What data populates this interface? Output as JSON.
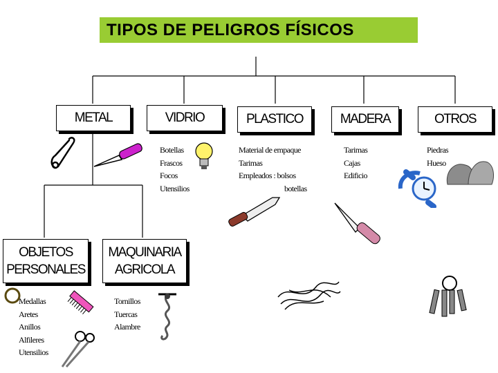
{
  "title": "TIPOS DE PELIGROS FÍSICOS",
  "categories": {
    "metal": "METAL",
    "vidrio": "VIDRIO",
    "plastico": "PLASTICO",
    "madera": "MADERA",
    "otros": "OTROS"
  },
  "subcategories": {
    "objetos": [
      "OBJETOS",
      "PERSONALES"
    ],
    "maquinaria": [
      "MAQUINARIA",
      "AGRICOLA"
    ]
  },
  "lists": {
    "vidrio": [
      "Botellas",
      "Frascos",
      "Focos",
      "Utensilios"
    ],
    "plastico": [
      "Material de empaque",
      "Tarimas",
      "Empleados : bolsos",
      "botellas"
    ],
    "madera": [
      "Tarimas",
      "Cajas",
      "Edificio"
    ],
    "otros": [
      "Piedras",
      "Hueso"
    ],
    "objetos": [
      "Medallas",
      "Aretes",
      "Anillos",
      "Alfileres",
      "Utensilios"
    ],
    "maquinaria": [
      "Tornillos",
      "Tuercas",
      "Alambre"
    ]
  },
  "icons": [
    "safety-pin-icon",
    "knife-icon",
    "light-bulb-icon",
    "machete-icon",
    "knife-icon",
    "watch-icon",
    "rocks-icon",
    "comb-icon",
    "scissors-icon",
    "corkscrew-icon",
    "wire-icon",
    "keys-icon",
    "ring-icon"
  ],
  "colors": {
    "title_bg": "#99cc33"
  }
}
